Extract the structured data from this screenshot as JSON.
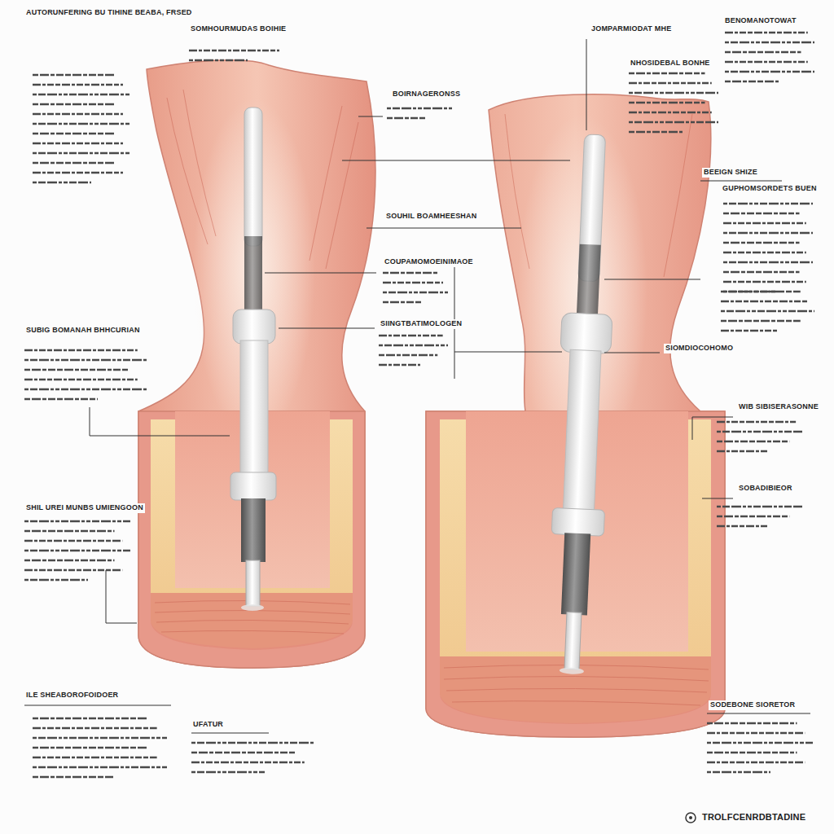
{
  "diagram": {
    "labels": [
      "AUTORUNFERING BU TIHINE BEABA, FRSED",
      "SOMHOURMUDAS BOIHIE",
      "JOMPARMIODAT MHE",
      "BENOMANOTOWAT",
      "NHOSIDEBAL BONHE",
      "BOIRNAGERONSS",
      "BEEIGN SHIZE",
      "SOUHIL BOAMHEESHAN",
      "COUPAMOMOEINIMAOE",
      "SIINGTBATIMOLOGEN",
      "SUBIG BOMANAH BHHCURIAN",
      "SIOMDIOCOHOMO",
      "WIB SIBISERASONNE",
      "SOBADIBIEOR",
      "SHIL UREI MUNBS UMIENGOON",
      "ILE SHEABOROFOIDOER",
      "UFATUR",
      "SODEBONE SIORETOR",
      "TROLFCENRDBTADINE",
      "GUPHOMSORDETS BUEN"
    ]
  }
}
